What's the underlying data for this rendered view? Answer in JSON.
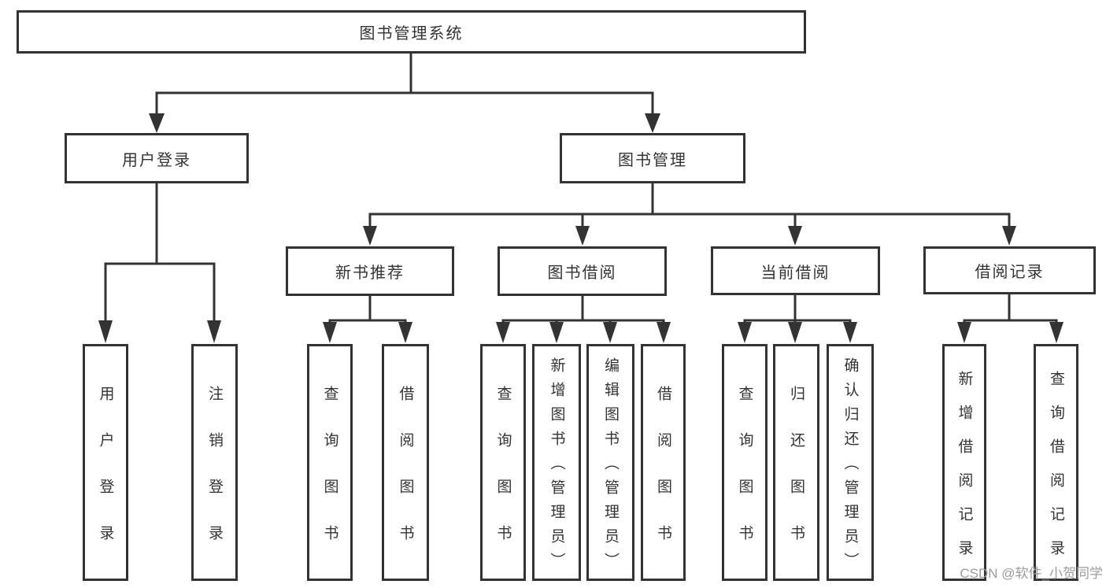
{
  "diagram": {
    "root": {
      "label": "图书管理系统"
    },
    "branches": [
      {
        "label": "用户登录",
        "children": [
          "用户登录",
          "注销登录"
        ]
      },
      {
        "label": "图书管理",
        "groups": [
          {
            "label": "新书推荐",
            "children": [
              "查询图书",
              "借阅图书"
            ]
          },
          {
            "label": "图书借阅",
            "children": [
              "查询图书",
              "新增图书（管理员）",
              "编辑图书（管理员）",
              "借阅图书"
            ]
          },
          {
            "label": "当前借阅",
            "children": [
              "查询图书",
              "归还图书",
              "确认归还（管理员）"
            ]
          },
          {
            "label": "借阅记录",
            "children": [
              "新增借阅记录",
              "查询借阅记录"
            ]
          }
        ]
      }
    ],
    "watermark": "CSDN @软件_小贺同学",
    "colors": {
      "line": "#333333",
      "text": "#333333",
      "box_background": "#ffffff",
      "watermark": "#9c9c9c",
      "page_background": "#ffffff"
    }
  }
}
